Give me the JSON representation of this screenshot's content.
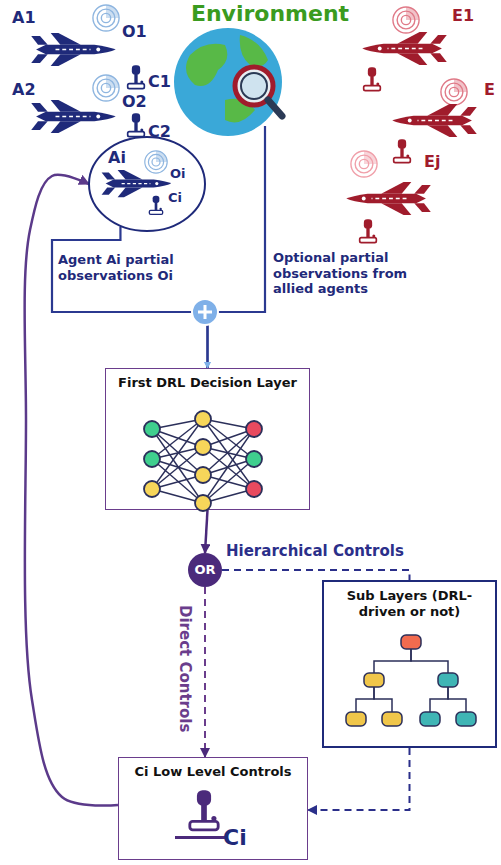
{
  "diagram": {
    "nodes": [
      {
        "text": [
          "Environment"
        ]
      },
      {
        "text": [
          "Ai",
          "Oi",
          "Ci"
        ]
      },
      {
        "text": [
          "First DRL Decision Layer"
        ]
      },
      {
        "text": [
          "OR"
        ]
      },
      {
        "text": [
          "Sub Layers (DRL-driven or not)"
        ]
      },
      {
        "text": [
          "Ci Low Level Controls",
          "Ci"
        ]
      }
    ],
    "edges": [
      {
        "from": 1,
        "to": 2,
        "arrow": "to",
        "label": "Agent Ai partial observations Oi"
      },
      {
        "from": 0,
        "to": 2,
        "arrow": "to",
        "label": "Optional partial observations from allied agents"
      },
      {
        "from": 2,
        "to": 3,
        "arrow": "to"
      },
      {
        "from": 3,
        "to": 4,
        "arrow": "none",
        "label": "Hierarchical Controls"
      },
      {
        "from": 3,
        "to": 5,
        "arrow": "to",
        "label": "Direct Controls"
      },
      {
        "from": 4,
        "to": 5,
        "arrow": "to"
      },
      {
        "from": 5,
        "to": 1,
        "arrow": "to"
      }
    ],
    "labels": [
      "A1",
      "O1",
      "C1",
      "A2",
      "O2",
      "C2",
      "E1",
      "E",
      "Ej"
    ]
  }
}
